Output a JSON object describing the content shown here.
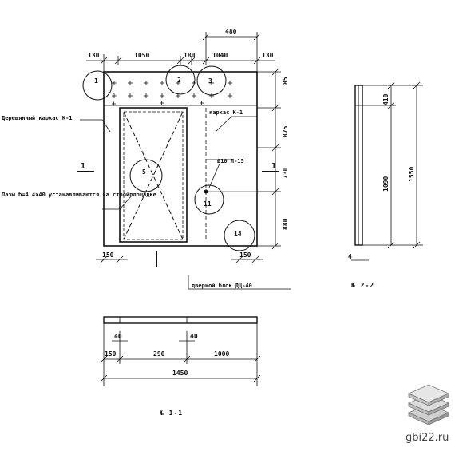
{
  "plan_view": {
    "top_dims": [
      "130",
      "1050",
      "180",
      "1040",
      "130"
    ],
    "top_dim_upper": "480",
    "right_dims": [
      "85",
      "875",
      "730",
      "880"
    ],
    "bottom_dims": [
      "150",
      "150"
    ],
    "section_marks": [
      "1",
      "1"
    ],
    "callouts": [
      "1",
      "2",
      "3",
      "5",
      "11",
      "14"
    ],
    "labels": {
      "frame": "Деревянный каркас К-1",
      "frame_right": "каркас К-1",
      "bars": "Ø10 Л-15",
      "slots": "Пазы б=4 4х40 устанавливаются на стройплощадке",
      "door_block": "дверной блок ДЦ-40"
    }
  },
  "section_2_2": {
    "dims": [
      "410",
      "1090",
      "1550",
      "4"
    ],
    "caption": "№ 2-2"
  },
  "section_1_1": {
    "upper_dims": [
      "40",
      "40"
    ],
    "lower_dims": [
      "150",
      "290",
      "1000"
    ],
    "total": "1450",
    "caption": "№ 1-1"
  },
  "watermark": {
    "text": "gbi22.ru"
  }
}
